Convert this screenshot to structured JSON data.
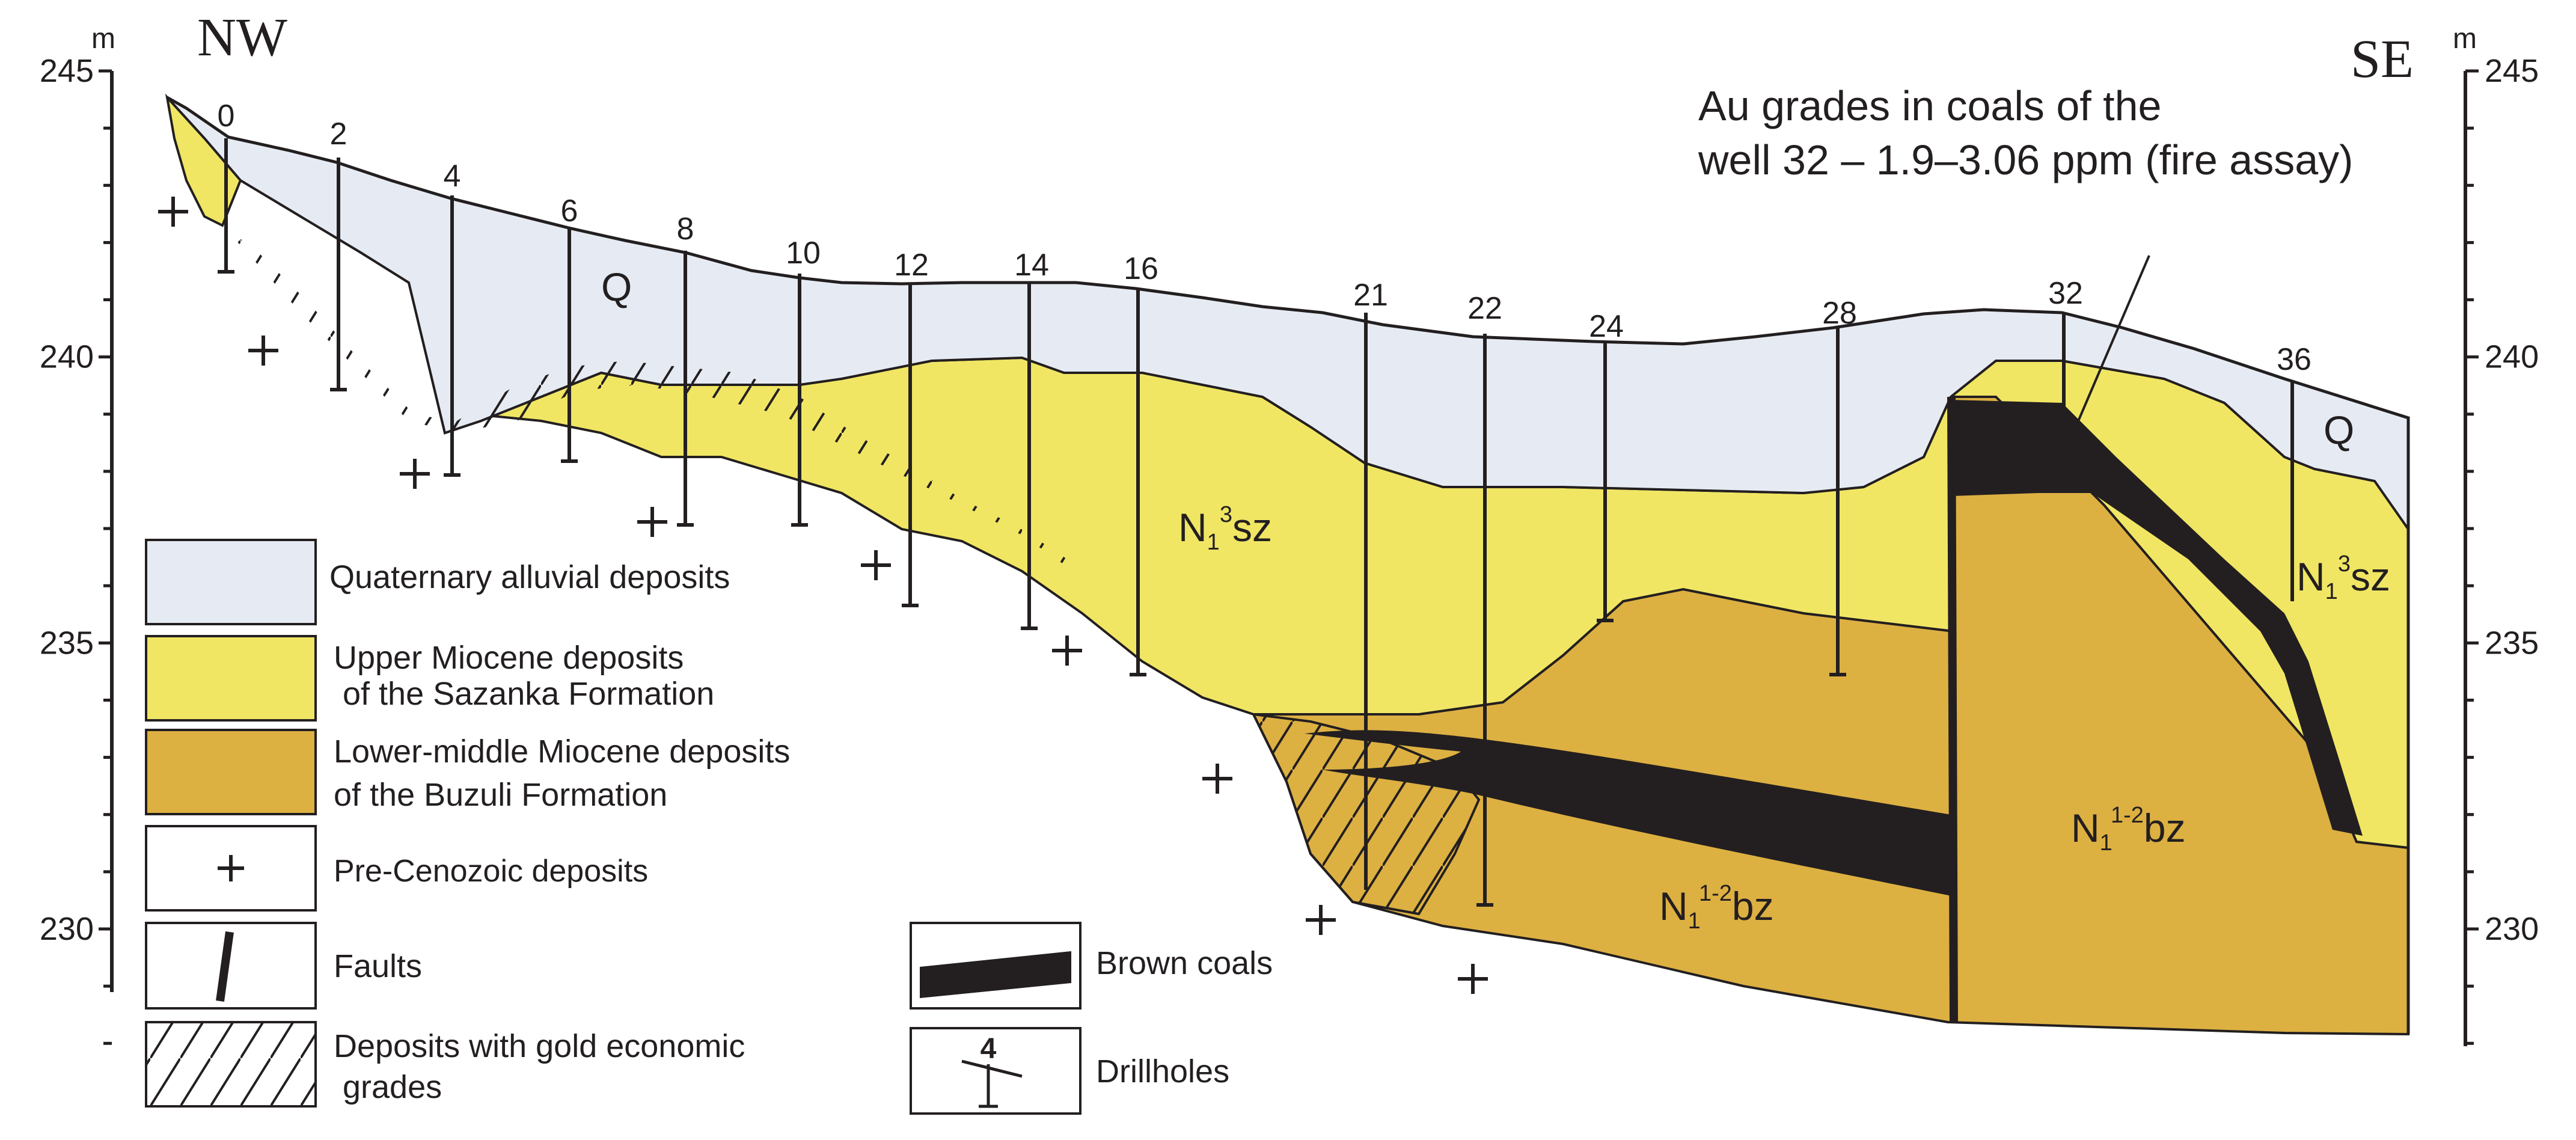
{
  "axis": {
    "unit_left": "m",
    "unit_right": "m",
    "left_ticks": [
      {
        "value": 245,
        "label": "245"
      },
      {
        "value": 240,
        "label": "240"
      },
      {
        "value": 235,
        "label": "235"
      },
      {
        "value": 230,
        "label": "230"
      }
    ],
    "right_ticks": [
      {
        "value": 245,
        "label": "245"
      },
      {
        "value": 240,
        "label": "240"
      },
      {
        "value": 235,
        "label": "235"
      },
      {
        "value": 230,
        "label": "230"
      }
    ]
  },
  "directions": {
    "left": "NW",
    "right": "SE"
  },
  "annotation": {
    "line1": "Au grades in coals of the",
    "line2": "well 32 – 1.9–3.06 ppm (fire assay)"
  },
  "drillholes": [
    "0",
    "2",
    "4",
    "6",
    "8",
    "10",
    "12",
    "14",
    "16",
    "21",
    "22",
    "24",
    "28",
    "32",
    "36"
  ],
  "unit_labels": {
    "q_main": "Q",
    "q_right": "Q",
    "sz_center": {
      "base": "N",
      "sub": "1",
      "sup": "3",
      "suffix": "sz"
    },
    "sz_right": {
      "base": "N",
      "sub": "1",
      "sup": "3",
      "suffix": "sz"
    },
    "bz_center": {
      "base": "N",
      "sub": "1",
      "sup": "1-2",
      "suffix": "bz"
    },
    "bz_right": {
      "base": "N",
      "sub": "1",
      "sup": "1-2",
      "suffix": "bz"
    }
  },
  "legend": {
    "quaternary": "Quaternary alluvial deposits",
    "upper_miocene_1": "Upper Miocene deposits",
    "upper_miocene_2": " of the Sazanka Formation",
    "lower_miocene_1": "Lower-middle Miocene deposits",
    "lower_miocene_2": "of the Buzuli Formation",
    "pre_cenozoic": "Pre-Cenozoic deposits",
    "faults": "Faults",
    "gold_1": "Deposits with gold economic",
    "gold_2": " grades",
    "brown_coals": "Brown coals",
    "drillholes": "Drillholes",
    "drillhole_symbol_number": "4"
  },
  "colors": {
    "quaternary": "#e6ebf3",
    "sazanka": "#f0e664",
    "buzuli": "#ddb042",
    "coal": "#231f20",
    "outline": "#231f20"
  }
}
